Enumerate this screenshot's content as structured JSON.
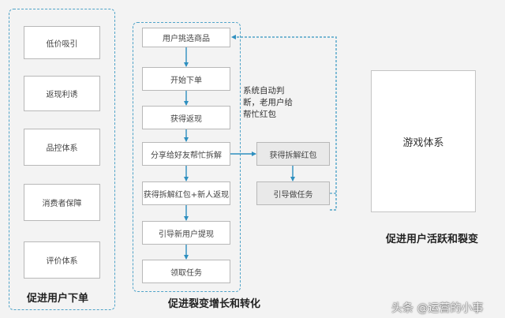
{
  "left_panel": {
    "items": [
      "低价吸引",
      "返现利诱",
      "品控体系",
      "消费者保障",
      "评价体系"
    ],
    "caption": "促进用户下单"
  },
  "middle_panel": {
    "steps": [
      "用户挑选商品",
      "开始下单",
      "获得返现",
      "分享给好友帮忙拆解",
      "获得拆解红包+新人返现",
      "引导新用户提现",
      "领取任务"
    ],
    "side_steps": [
      "获得拆解红包",
      "引导做任务"
    ],
    "note_lines": [
      "系统自动判",
      "断，老用户给",
      "帮忙红包"
    ],
    "caption": "促进裂变增长和转化"
  },
  "right_panel": {
    "box_label": "游戏体系",
    "caption": "促进用户活跃和裂变"
  },
  "watermark": "头条 @运营的小事",
  "colors": {
    "dashed_line": "#4fa3c8",
    "arrow": "#2e8fbf",
    "background": "#f3f3f3"
  }
}
